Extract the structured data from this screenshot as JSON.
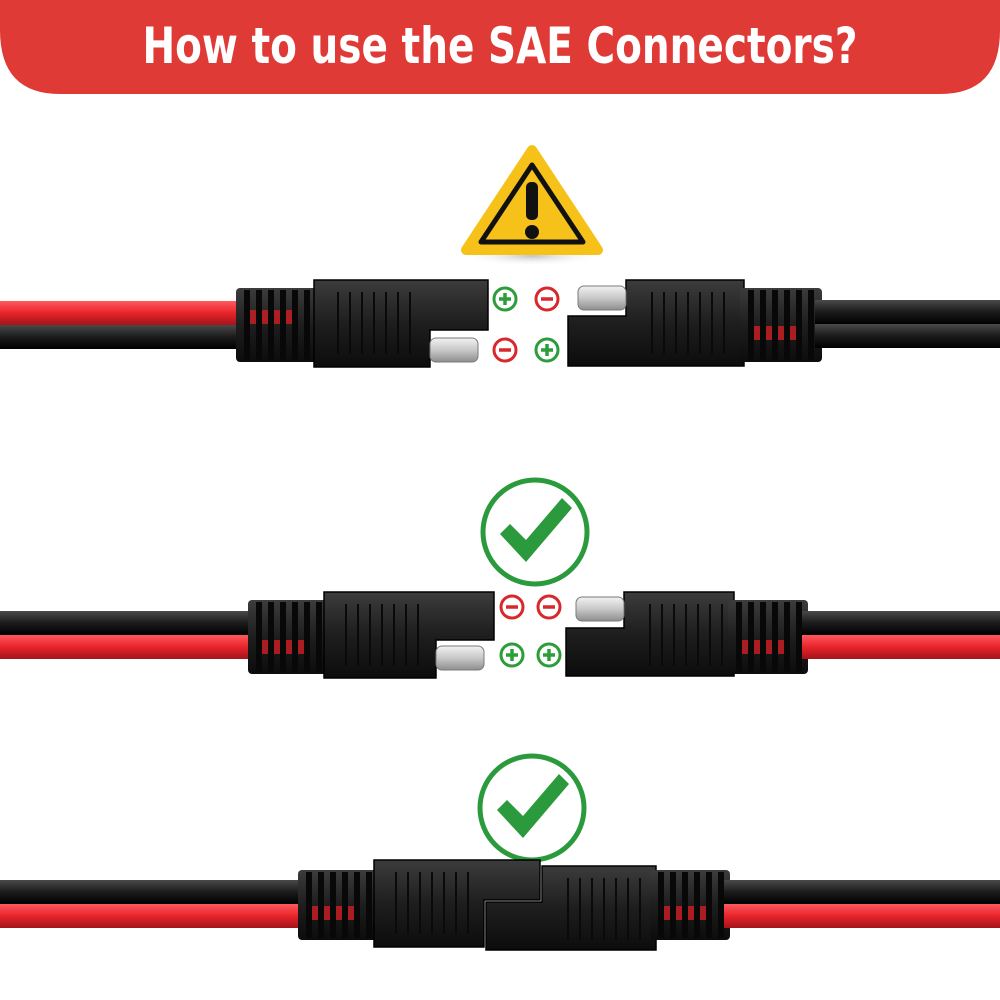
{
  "header": {
    "title": "How to use the SAE Connectors?",
    "background_color": "#e03a37",
    "text_color": "#ffffff"
  },
  "wire_colors": {
    "red": "#e8242b",
    "black": "#1b1b1b"
  },
  "polarity_colors": {
    "positive": "#2c9d3a",
    "negative": "#d8282c"
  },
  "status_colors": {
    "warning": "#f6c21a",
    "ok": "#2b9a3c"
  },
  "examples": [
    {
      "status": "warning",
      "icon": "warning-triangle-icon",
      "left_connector": {
        "top_wire": "red",
        "bottom_wire": "black",
        "top_mark": "+",
        "bottom_mark": "−"
      },
      "right_connector": {
        "top_wire": "black",
        "bottom_wire": "black",
        "top_mark": "−",
        "bottom_mark": "+"
      }
    },
    {
      "status": "ok",
      "icon": "checkmark-circle-icon",
      "left_connector": {
        "top_wire": "black",
        "bottom_wire": "red",
        "top_mark": "−",
        "bottom_mark": "+"
      },
      "right_connector": {
        "top_wire": "black",
        "bottom_wire": "red",
        "top_mark": "−",
        "bottom_mark": "+"
      }
    },
    {
      "status": "ok",
      "icon": "checkmark-circle-icon",
      "state": "connected"
    }
  ]
}
